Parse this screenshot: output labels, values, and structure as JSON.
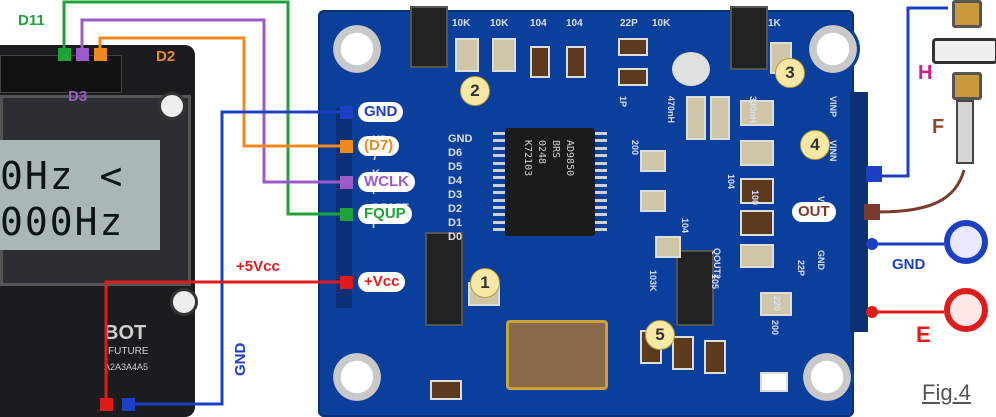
{
  "colors": {
    "gnd": "#1c3fc4",
    "d7": "#ef8a1e",
    "wclk": "#9b59c9",
    "fqup": "#1ea33a",
    "vcc": "#e01b1b",
    "out": "#7a3b2e",
    "pcb": "#0b3f9c",
    "h_label": "#d11f8a",
    "f_label": "#8a4a2a"
  },
  "lcd": {
    "line1": "0Hz <",
    "line2": "000Hz",
    "brand": "BOT",
    "brand_sub": "FUTURE",
    "pin_labels": "A2A3A4A5"
  },
  "left_labels": {
    "d11": "D11",
    "d2": "D2",
    "d3": "D3",
    "vcc_rail": "+5Vcc",
    "gnd_rail": "GND"
  },
  "module_pins": {
    "gnd": "GND",
    "d7": "(D7)",
    "wclk": "WCLK",
    "fqup": "FQUP",
    "vcc": "+Vcc"
  },
  "module_silk": {
    "pin_names": [
      "GND",
      "D6",
      "D5",
      "D4",
      "D3",
      "D2",
      "D1",
      "D0"
    ],
    "left_side": [
      "ND",
      "7",
      "K",
      "P",
      "RESET",
      "I"
    ],
    "chip_text": [
      "AD9850",
      "BRS",
      "0248",
      "K72103"
    ],
    "top_values": [
      "10K",
      "10K",
      "104",
      "104",
      "22P",
      "10K",
      "1K"
    ],
    "misc_values": [
      "470nH",
      "200",
      "1P",
      "330nH",
      "100",
      "104",
      "103K",
      "104",
      "105",
      "QOUT2",
      "200",
      "220",
      "22P",
      "GND",
      "VOUT",
      "VINP",
      "VINN"
    ]
  },
  "badges": [
    "1",
    "2",
    "3",
    "4",
    "5"
  ],
  "right_labels": {
    "out": "OUT",
    "h": "H",
    "f": "F",
    "gnd": "GND",
    "e": "E"
  },
  "figure": {
    "caption": "Fig.4"
  }
}
